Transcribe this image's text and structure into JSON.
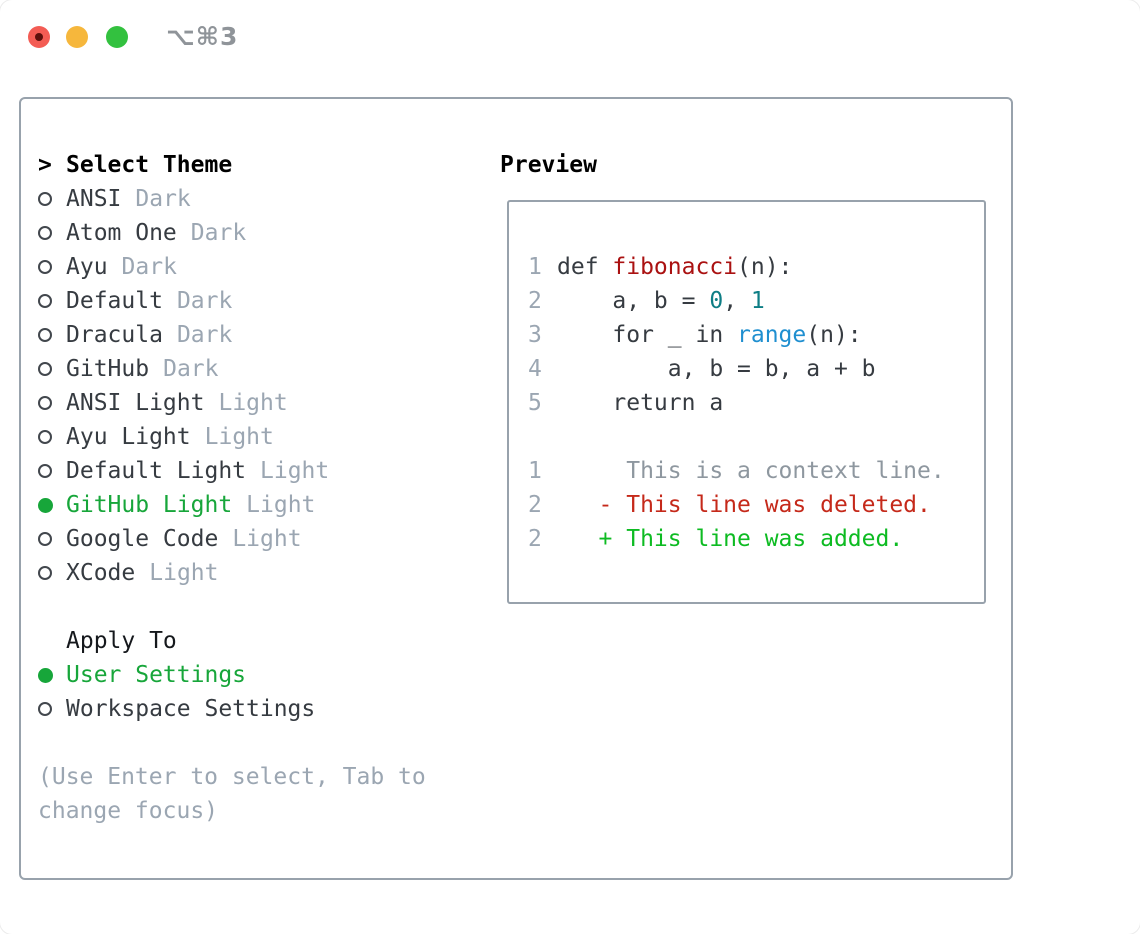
{
  "titlebar": {
    "title": "⌥⌘3"
  },
  "panel": {
    "select_theme": {
      "cursor": ">",
      "header": "Select Theme",
      "items": [
        {
          "label": "ANSI",
          "variant": "Dark",
          "selected": false
        },
        {
          "label": "Atom One",
          "variant": "Dark",
          "selected": false
        },
        {
          "label": "Ayu",
          "variant": "Dark",
          "selected": false
        },
        {
          "label": "Default",
          "variant": "Dark",
          "selected": false
        },
        {
          "label": "Dracula",
          "variant": "Dark",
          "selected": false
        },
        {
          "label": "GitHub",
          "variant": "Dark",
          "selected": false
        },
        {
          "label": "ANSI Light",
          "variant": "Light",
          "selected": false
        },
        {
          "label": "Ayu Light",
          "variant": "Light",
          "selected": false
        },
        {
          "label": "Default Light",
          "variant": "Light",
          "selected": false
        },
        {
          "label": "GitHub Light",
          "variant": "Light",
          "selected": true
        },
        {
          "label": "Google Code",
          "variant": "Light",
          "selected": false
        },
        {
          "label": "XCode",
          "variant": "Light",
          "selected": false
        }
      ]
    },
    "apply_to": {
      "header": "Apply To",
      "options": [
        {
          "label": "User Settings",
          "selected": true
        },
        {
          "label": "Workspace Settings",
          "selected": false
        }
      ]
    },
    "hint": "(Use Enter to select, Tab to change focus)"
  },
  "preview": {
    "header": "Preview",
    "code_lines": [
      {
        "num": "1",
        "segments": [
          {
            "text": "def ",
            "color": "fg"
          },
          {
            "text": "fibonacci",
            "color": "func"
          },
          {
            "text": "(n):",
            "color": "fg"
          }
        ]
      },
      {
        "num": "2",
        "segments": [
          {
            "text": "    a, b = ",
            "color": "fg"
          },
          {
            "text": "0",
            "color": "number"
          },
          {
            "text": ", ",
            "color": "fg"
          },
          {
            "text": "1",
            "color": "number"
          }
        ]
      },
      {
        "num": "3",
        "segments": [
          {
            "text": "    for _ in ",
            "color": "fg"
          },
          {
            "text": "range",
            "color": "builtin"
          },
          {
            "text": "(n):",
            "color": "fg"
          }
        ]
      },
      {
        "num": "4",
        "segments": [
          {
            "text": "        a, b = b, a + b",
            "color": "fg"
          }
        ]
      },
      {
        "num": "5",
        "segments": [
          {
            "text": "    return a",
            "color": "fg"
          }
        ]
      }
    ],
    "diff_lines": [
      {
        "num": "1",
        "segments": [
          {
            "text": "     This is a context line.",
            "color": "context"
          }
        ]
      },
      {
        "num": "2",
        "segments": [
          {
            "text": "   - This line was deleted.",
            "color": "deleted"
          }
        ]
      },
      {
        "num": "2",
        "segments": [
          {
            "text": "   + This line was added.",
            "color": "added"
          }
        ]
      }
    ]
  },
  "colors": {
    "selection_green": "#17a63a",
    "diff_added_green": "#0dbb22",
    "diff_deleted_red": "#c5291a",
    "diff_context_gray": "#8e979f",
    "function_red": "#aa1111",
    "number_teal": "#0e7e85",
    "builtin_blue": "#1f8fd0",
    "text_dark": "#363b41",
    "muted_gray": "#9ba6b2",
    "border_gray": "#98a2ac",
    "close_red": "#f35c54",
    "minimize_yellow": "#f6b73c",
    "zoom_green": "#33c13f"
  }
}
